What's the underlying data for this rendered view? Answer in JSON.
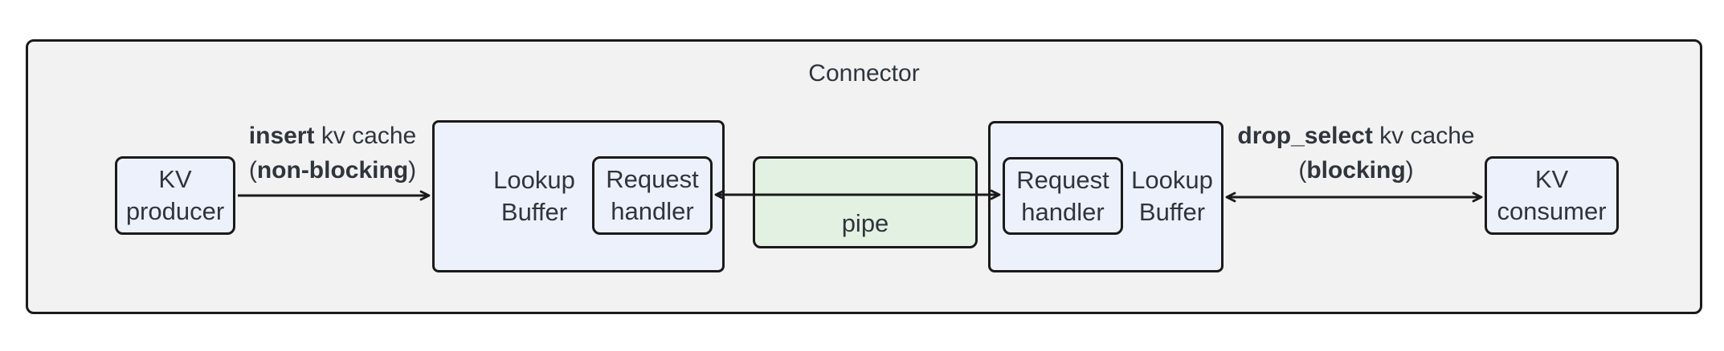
{
  "colors": {
    "outer_bg": "#f2f2f3",
    "node_bg": "#edf1fb",
    "pipe_bg": "#e3f1e3",
    "border": "#1a1a1a",
    "text": "#2f353c"
  },
  "connector": {
    "title": "Connector"
  },
  "nodes": {
    "kv_producer": {
      "line1": "KV",
      "line2": "producer"
    },
    "lookup_buffer_left": {
      "line1": "Lookup",
      "line2": "Buffer"
    },
    "request_handler_left": {
      "line1": "Request",
      "line2": "handler"
    },
    "pipe": {
      "label": "pipe"
    },
    "request_handler_right": {
      "line1": "Request",
      "line2": "handler"
    },
    "lookup_buffer_right": {
      "line1": "Lookup",
      "line2": "Buffer"
    },
    "kv_consumer": {
      "line1": "KV",
      "line2": "consumer"
    }
  },
  "edges": {
    "insert": {
      "verb": "insert",
      "suffix": " kv cache",
      "lparen": "(",
      "mode": "non-blocking",
      "rparen": ")"
    },
    "drop_select": {
      "verb": "drop_select",
      "suffix": " kv cache",
      "lparen": "(",
      "mode": "blocking",
      "rparen": ")"
    }
  }
}
